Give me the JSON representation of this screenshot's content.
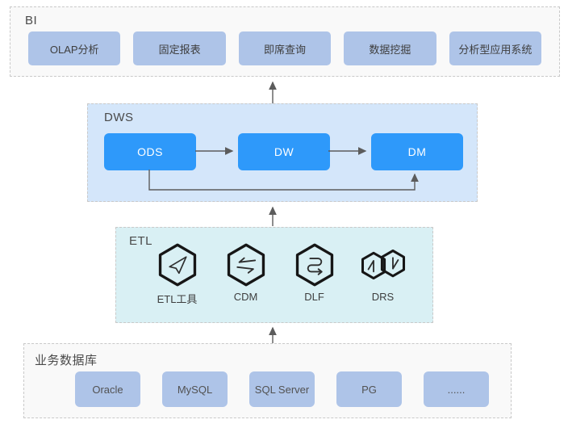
{
  "colors": {
    "accent_blue": "#2e99fa",
    "chip_fill": "#aec4e8",
    "dws_bg": "#d4e6fa",
    "etl_bg": "#d9f0f4",
    "panel_bg": "#f9f9f9",
    "border_dashed": "#c9c9c9",
    "arrow": "#5c5c5c",
    "title_text": "#4a4a4a",
    "chip_text": "#3e3e3e",
    "node_text": "#ffffff",
    "icon_stroke": "#161616",
    "icon_glyph": "#2e2e2e"
  },
  "layers": {
    "bi": {
      "title": "BI",
      "items": [
        "OLAP分析",
        "固定报表",
        "即席查询",
        "数据挖掘",
        "分析型应用系统"
      ]
    },
    "dws": {
      "title": "DWS",
      "nodes": [
        "ODS",
        "DW",
        "DM"
      ]
    },
    "etl": {
      "title": "ETL",
      "tools": [
        {
          "label": "ETL工具",
          "icon": "send-plane-hexagon-icon"
        },
        {
          "label": "CDM",
          "icon": "swap-arrows-hexagon-icon"
        },
        {
          "label": "DLF",
          "icon": "pipeline-arrow-hexagon-icon"
        },
        {
          "label": "DRS",
          "icon": "sync-double-hexagon-icon"
        }
      ]
    },
    "db": {
      "title": "业务数据库",
      "items": [
        "Oracle",
        "MySQL",
        "SQL Server",
        "PG",
        "......"
      ]
    }
  },
  "flow": {
    "horizontal_arrows": [
      "ODS→DW",
      "DW→DM",
      "ODS→DM"
    ],
    "vertical_arrows": [
      "业务数据库→ETL",
      "ETL→DWS",
      "DWS→BI"
    ]
  }
}
